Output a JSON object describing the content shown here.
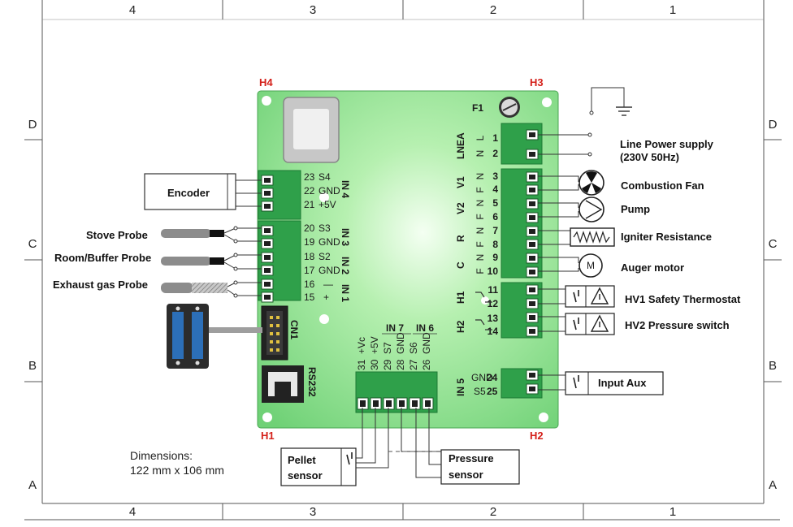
{
  "grid": {
    "columns": [
      "4",
      "3",
      "2",
      "1"
    ],
    "rows": [
      "D",
      "C",
      "B",
      "A"
    ]
  },
  "corners": {
    "h1": "H1",
    "h2": "H2",
    "h3": "H3",
    "h4": "H4"
  },
  "fuse": "F1",
  "connectors": {
    "cn1": "CN1",
    "rs232": "RS232"
  },
  "left_terminals": [
    {
      "num": "23",
      "sig": "S4"
    },
    {
      "num": "22",
      "sig": "GND"
    },
    {
      "num": "21",
      "sig": "+5V"
    },
    {
      "num": "20",
      "sig": "S3"
    },
    {
      "num": "19",
      "sig": "GND"
    },
    {
      "num": "18",
      "sig": "S2"
    },
    {
      "num": "17",
      "sig": "GND"
    },
    {
      "num": "16",
      "sig": "—"
    },
    {
      "num": "15",
      "sig": "+"
    }
  ],
  "left_groups": [
    "IN 4",
    "IN 3",
    "IN 2",
    "IN 1"
  ],
  "right_terminals": [
    {
      "num": "1",
      "sig": "L"
    },
    {
      "num": "2",
      "sig": "N"
    },
    {
      "num": "3",
      "sig": "N"
    },
    {
      "num": "4",
      "sig": "F"
    },
    {
      "num": "5",
      "sig": "N"
    },
    {
      "num": "6",
      "sig": "F"
    },
    {
      "num": "7",
      "sig": "N"
    },
    {
      "num": "8",
      "sig": "F"
    },
    {
      "num": "9",
      "sig": "N"
    },
    {
      "num": "10",
      "sig": "F"
    },
    {
      "num": "11",
      "sig": ""
    },
    {
      "num": "12",
      "sig": ""
    },
    {
      "num": "13",
      "sig": ""
    },
    {
      "num": "14",
      "sig": ""
    }
  ],
  "right_groups": [
    "LNEA",
    "V1",
    "V2",
    "R",
    "C",
    "H1",
    "H2"
  ],
  "bottom_terminals": [
    {
      "num": "31",
      "sig": "+Vc"
    },
    {
      "num": "30",
      "sig": "+5V"
    },
    {
      "num": "29",
      "sig": "S7"
    },
    {
      "num": "28",
      "sig": "GND"
    },
    {
      "num": "27",
      "sig": "S6"
    },
    {
      "num": "26",
      "sig": "GND"
    }
  ],
  "bottom_groups": [
    "IN 7",
    "IN 6"
  ],
  "aux_terminals": [
    {
      "num": "24",
      "sig": "GND"
    },
    {
      "num": "25",
      "sig": "S5"
    }
  ],
  "aux_group": "IN 5",
  "labels": {
    "encoder": "Encoder",
    "stove_probe": "Stove Probe",
    "room_probe": "Room/Buffer Probe",
    "exhaust_probe": "Exhaust gas Probe",
    "line_power": "Line Power supply",
    "line_power_spec": "(230V  50Hz)",
    "combustion_fan": "Combustion Fan",
    "pump": "Pump",
    "igniter": "Igniter Resistance",
    "auger": "Auger motor",
    "hv1": "HV1 Safety Thermostat",
    "hv2": "HV2 Pressure switch",
    "input_aux": "Input Aux",
    "pellet_sensor": [
      "Pellet",
      "sensor"
    ],
    "pressure_sensor": [
      "Pressure",
      "sensor"
    ],
    "dimensions_title": "Dimensions:",
    "dimensions_value": "122 mm x 106 mm",
    "motor_symbol": "M"
  },
  "colors": {
    "board": "#7fdc82",
    "terminal": "#2fa04a",
    "corner_label": "#d4201a"
  }
}
